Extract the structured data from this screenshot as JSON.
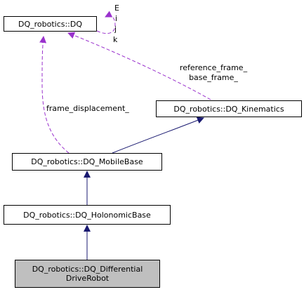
{
  "nodes": {
    "dq": {
      "label": "DQ_robotics::DQ"
    },
    "kinematics": {
      "label": "DQ_robotics::DQ_Kinematics"
    },
    "mobile_base": {
      "label": "DQ_robotics::DQ_MobileBase"
    },
    "holonomic_base": {
      "label": "DQ_robotics::DQ_HolonomicBase"
    },
    "differential_drive": {
      "label_line1": "DQ_robotics::DQ_Differential",
      "label_line2": "DriveRobot"
    }
  },
  "edges": {
    "self_loop_labels": [
      "E",
      "i",
      "j",
      "k"
    ],
    "reference_frame_label": "reference_frame_",
    "base_frame_label": "base_frame_",
    "frame_displacement_label": "frame_displacement_"
  },
  "colors": {
    "inheritance_arrow": "#191970",
    "usage_arrow": "#9a32cd",
    "highlight_fill": "#bfbfbf",
    "node_border": "#000000"
  }
}
